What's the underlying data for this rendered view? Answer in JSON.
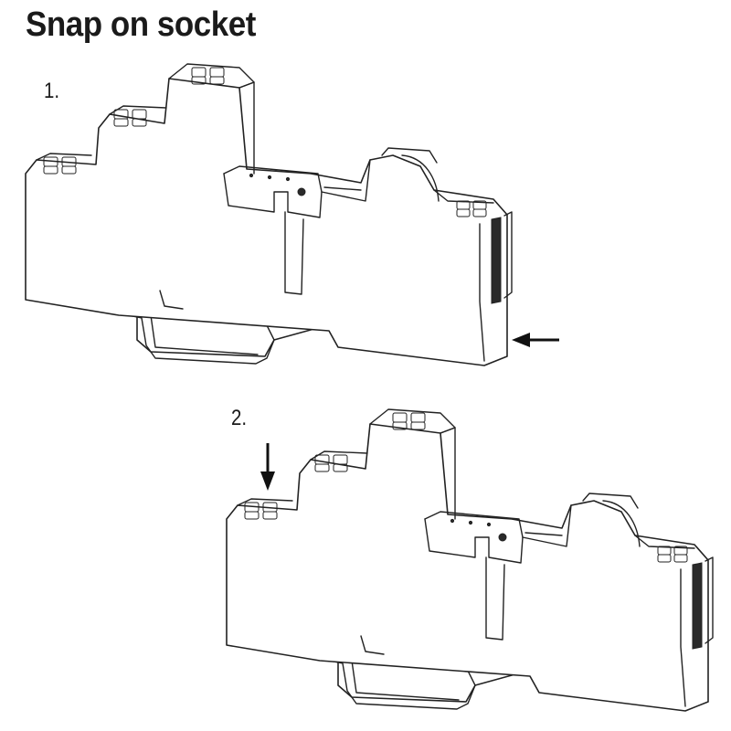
{
  "title": "Snap on socket",
  "steps": [
    {
      "label": "1."
    },
    {
      "label": "2."
    }
  ],
  "icons": {
    "push_arrow": "left-arrow-icon",
    "press_arrow": "down-arrow-icon"
  },
  "colors": {
    "line": "#222222",
    "background": "#ffffff"
  }
}
